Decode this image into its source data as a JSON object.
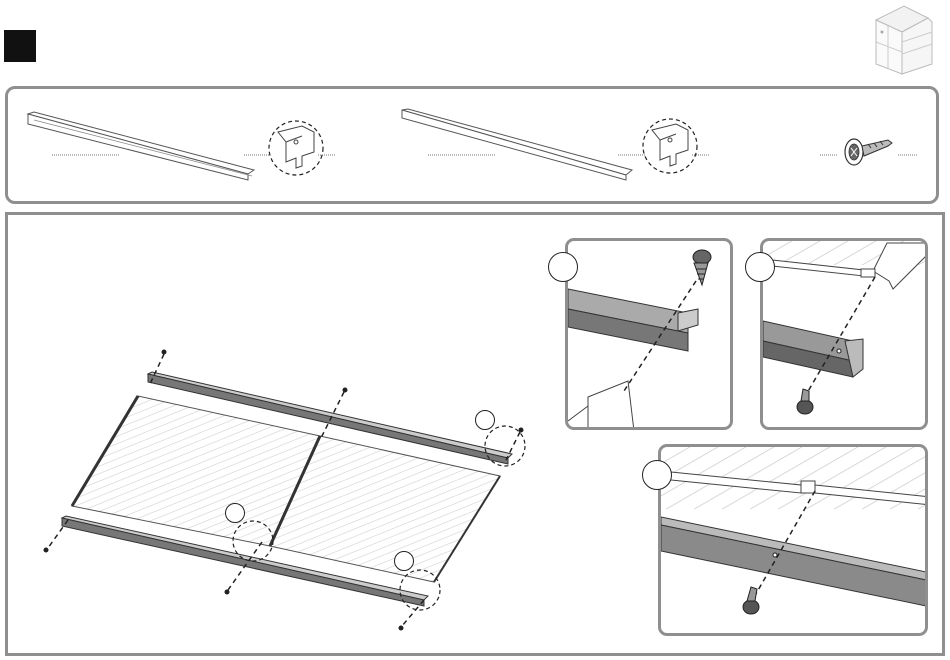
{
  "step": {
    "number": ""
  },
  "thumbnail": {
    "icon": "shed-icon"
  },
  "parts": [
    {
      "name": "rail-profile-a",
      "icon": "rail-profile-icon",
      "quantity": ""
    },
    {
      "name": "rail-profile-b",
      "icon": "rail-profile-icon",
      "quantity": ""
    },
    {
      "name": "screw",
      "icon": "screw-icon",
      "quantity": ""
    }
  ],
  "callouts": [
    "",
    "",
    ""
  ],
  "colors": {
    "frame": "#8f8f8f",
    "ink": "#222222",
    "profile_fill": "#9a9a9a",
    "panel_hatch": "#d4d4d4"
  }
}
